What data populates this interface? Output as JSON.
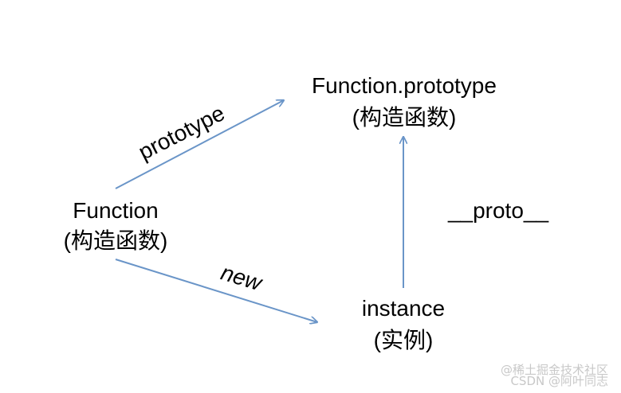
{
  "nodes": {
    "function": {
      "name": "Function",
      "note": "(构造函数)"
    },
    "function_prototype": {
      "name": "Function.prototype",
      "note": "(构造函数)"
    },
    "instance": {
      "name": "instance",
      "note": "(实例)"
    }
  },
  "edges": {
    "prototype": "prototype",
    "new": "new",
    "proto": "__proto__"
  },
  "colors": {
    "arrow": "#6a95c8",
    "text": "#000000",
    "watermark": "#c8c8c8"
  },
  "watermark": {
    "line1": "@稀土掘金技术社区",
    "line2": "CSDN @阿叶同志"
  }
}
